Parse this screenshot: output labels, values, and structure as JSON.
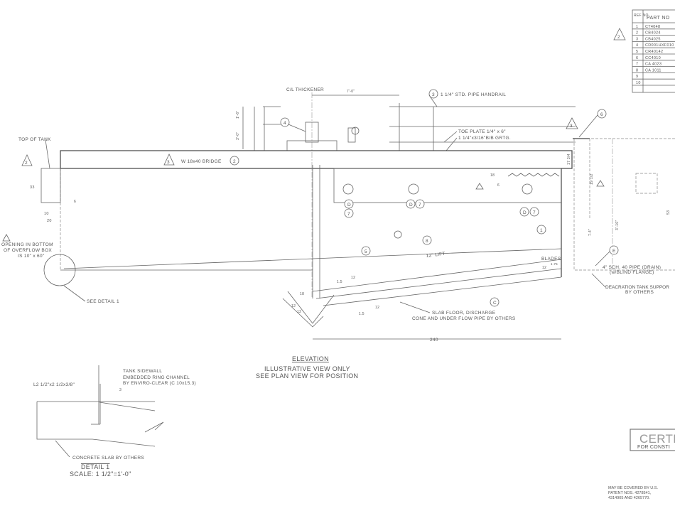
{
  "parts_table": {
    "header_ref": "REF NO.",
    "header_part": "PART NO",
    "revision_mark": "2",
    "rows": [
      {
        "ref": "1",
        "part": "CT4048"
      },
      {
        "ref": "2",
        "part": "CB4024"
      },
      {
        "ref": "3",
        "part": "CB4025"
      },
      {
        "ref": "4",
        "part": "CD001HXF010"
      },
      {
        "ref": "5",
        "part": "CR40142"
      },
      {
        "ref": "6",
        "part": "CC4010"
      },
      {
        "ref": "7",
        "part": "CA 4023"
      },
      {
        "ref": "8",
        "part": "CA 1011"
      },
      {
        "ref": "9",
        "part": ""
      },
      {
        "ref": "10",
        "part": ""
      }
    ]
  },
  "elevation": {
    "cl_thickener": "C/L THICKENER",
    "cl_dim": "7'-0\"",
    "handrail": "1 1/4\" STD. PIPE HANDRAIL",
    "handrail_ref": "3",
    "toe_plate": "TOE PLATE 1/4\" x 6\"",
    "grating": "1 1/4\"x3/16\"B/B GRTG.",
    "bridge": "W 18x40 BRIDGE",
    "bridge_rev": "3",
    "bridge_ref": "2",
    "drive_ref": "4",
    "top_of_tank": "TOP OF TANK",
    "top_rev": "2",
    "dim_33": "33",
    "dim_6": "6",
    "dim_10": "10",
    "dim_20": "20",
    "overflow_note": [
      "OPENING IN BOTTOM",
      "OF OVERFLOW BOX",
      "IS 10\" x 60\""
    ],
    "see_detail": "SEE DETAIL 1",
    "dim_1_6": "1'-6\"",
    "dim_3_0": "3'-0\"",
    "lift": "12\" LIFT",
    "blades": "BLADES",
    "blades_dim": "1.75",
    "slope_12a": "12",
    "slope_15a": "1.5",
    "slope_12b": "12",
    "slope_15b": "1.5",
    "slope_12c": "12",
    "dim_18": "18",
    "cone_12a": "12",
    "cone_12b": "12",
    "slab_note": [
      "SLAB FLOOR, DISCHARGE",
      "CONE AND UNDER FLOW PIPE BY OTHERS"
    ],
    "dim_240": "240",
    "dim_18b": "18",
    "dim_6b": "6",
    "refs": {
      "r1": "1",
      "r3": "3",
      "r5": "5",
      "r6": "6",
      "r7": "7",
      "r8": "8",
      "rd": "D",
      "rc": "C",
      "re": "E"
    },
    "deaeration": {
      "rev": "3",
      "dim_17": "17 3/4",
      "dim_19": "19 1/2",
      "dim_7_4": "7-4\"",
      "dim_3_10": "3'-10\"",
      "dim_53": "53",
      "drain": [
        "4\" SCH. 40 PIPE (DRAIN)",
        "(w/BLIND FLANGE)"
      ],
      "support": [
        "DEACRATION TANK SUPPOR",
        "BY OTHERS"
      ]
    },
    "title": "ELEVATION",
    "subtitle": [
      "ILLUSTRATIVE VIEW ONLY",
      "SEE PLAN VIEW FOR POSITION"
    ]
  },
  "detail1": {
    "sidewall": "TANK SIDEWALL",
    "angle": "L2 1/2\"x2 1/2x3/8\"",
    "channel": [
      "EMBEDDED RING CHANNEL",
      "BY ENVIRO-CLEAR (C 10x15.3)"
    ],
    "dim_3": "3",
    "slab": "CONCRETE SLAB BY OTHERS",
    "title": "DETAIL 1",
    "scale": "SCALE: 1 1/2\"=1'-0\""
  },
  "stamp": {
    "line1": "CERTIF",
    "line2": "FOR CONSTI"
  },
  "patent": [
    "MAY BE COVERED BY U.S.",
    "PATENT NOS. 4278541,",
    "4314905 AND 4265770."
  ]
}
